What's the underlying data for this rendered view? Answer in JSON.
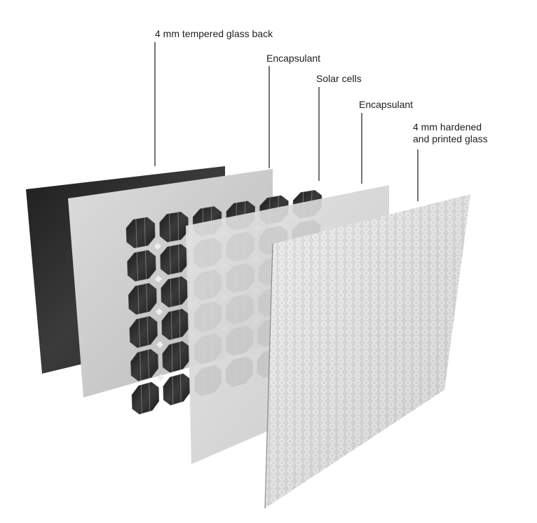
{
  "labels": [
    {
      "lines": [
        "4 mm tempered glass back"
      ]
    },
    {
      "lines": [
        "Encapsulant"
      ]
    },
    {
      "lines": [
        "Solar cells"
      ]
    },
    {
      "lines": [
        "Encapsulant"
      ]
    },
    {
      "lines": [
        "4 mm hardened",
        "and printed glass"
      ]
    }
  ],
  "solar_cells": {
    "columns": 6,
    "rows": 6
  },
  "colors": {
    "leader_line": "#2a2a2a",
    "back_glass": "#2b2b2b",
    "encapsulant": "#c9c9c9",
    "cell": "#242424",
    "front_glass": "#d9d9d9"
  }
}
